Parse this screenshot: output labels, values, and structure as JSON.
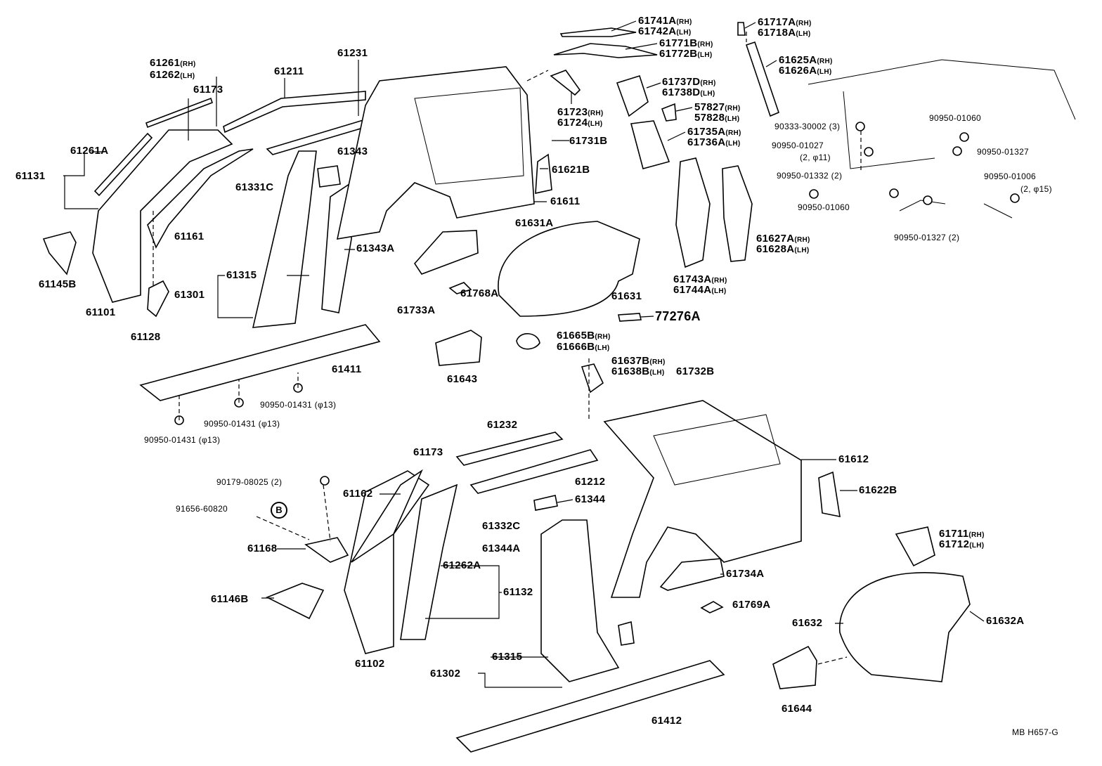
{
  "diagram_code": "MB H657-G",
  "labels": {
    "p61261": {
      "num": "61261",
      "side": "(RH)"
    },
    "p61262": {
      "num": "61262",
      "side": "(LH)"
    },
    "p61211": "61211",
    "p61231": "61231",
    "p61173a": "61173",
    "p61261A": "61261A",
    "p61131": "61131",
    "p61145B": "61145B",
    "p61101": "61101",
    "p61161": "61161",
    "p61128": "61128",
    "p61331C": "61331C",
    "p61343": "61343",
    "p61343A": "61343A",
    "p61315a": "61315",
    "p61301": "61301",
    "p61411": "61411",
    "f01431a": "90950-01431 (φ13)",
    "f01431b": "90950-01431 (φ13)",
    "f01431c": "90950-01431 (φ13)",
    "p61731B": "61731B",
    "p61621B": "61621B",
    "p61611": "61611",
    "p61741A": {
      "num": "61741A",
      "side": "(RH)"
    },
    "p61742A": {
      "num": "61742A",
      "side": "(LH)"
    },
    "p61771B": {
      "num": "61771B",
      "side": "(RH)"
    },
    "p61772B": {
      "num": "61772B",
      "side": "(LH)"
    },
    "p61723": {
      "num": "61723",
      "side": "(RH)"
    },
    "p61724": {
      "num": "61724",
      "side": "(LH)"
    },
    "p61737D": {
      "num": "61737D",
      "side": "(RH)"
    },
    "p61738D": {
      "num": "61738D",
      "side": "(LH)"
    },
    "p57827": {
      "num": "57827",
      "side": "(RH)"
    },
    "p57828": {
      "num": "57828",
      "side": "(LH)"
    },
    "p61735A": {
      "num": "61735A",
      "side": "(RH)"
    },
    "p61736A": {
      "num": "61736A",
      "side": "(LH)"
    },
    "p61717A": {
      "num": "61717A",
      "side": "(RH)"
    },
    "p61718A": {
      "num": "61718A",
      "side": "(LH)"
    },
    "p61625A": {
      "num": "61625A",
      "side": "(RH)"
    },
    "p61626A": {
      "num": "61626A",
      "side": "(LH)"
    },
    "f30002": "90333-30002 (3)",
    "f01060a": "90950-01060",
    "f01027": "90950-01027",
    "f01027q": "(2, φ11)",
    "f01327a": "90950-01327",
    "f01332": "90950-01332 (2)",
    "f01006": "90950-01006",
    "f01006q": "(2, φ15)",
    "f01060b": "90950-01060",
    "p61627A": {
      "num": "61627A",
      "side": "(RH)"
    },
    "p61628A": {
      "num": "61628A",
      "side": "(LH)"
    },
    "f01327b": "90950-01327 (2)",
    "p61743A": {
      "num": "61743A",
      "side": "(RH)"
    },
    "p61744A": {
      "num": "61744A",
      "side": "(LH)"
    },
    "p77276A": "77276A",
    "p61631": "61631",
    "p61631A": "61631A",
    "p61733A": "61733A",
    "p61768A": "61768A",
    "p61665B": {
      "num": "61665B",
      "side": "(RH)"
    },
    "p61666B": {
      "num": "61666B",
      "side": "(LH)"
    },
    "p61643": "61643",
    "p61637B": {
      "num": "61637B",
      "side": "(RH)"
    },
    "p61638B": {
      "num": "61638B",
      "side": "(LH)"
    },
    "p61732B": "61732B",
    "p61232": "61232",
    "p61173b": "61173",
    "p61212": "61212",
    "p61612": "61612",
    "p61622B": "61622B",
    "f08025": "90179-08025 (2)",
    "f60820": "91656-60820",
    "circle_b": "B",
    "p61162": "61162",
    "p61344": "61344",
    "p61332C": "61332C",
    "p61344A": "61344A",
    "p61168": "61168",
    "p61262A": "61262A",
    "p61132": "61132",
    "p61146B": "61146B",
    "p61734A": "61734A",
    "p61769A": "61769A",
    "p61711": {
      "num": "61711",
      "side": "(RH)"
    },
    "p61712": {
      "num": "61712",
      "side": "(LH)"
    },
    "p61632": "61632",
    "p61632A": "61632A",
    "p61102": "61102",
    "p61315b": "61315",
    "p61302": "61302",
    "p61412": "61412",
    "p61644": "61644"
  }
}
